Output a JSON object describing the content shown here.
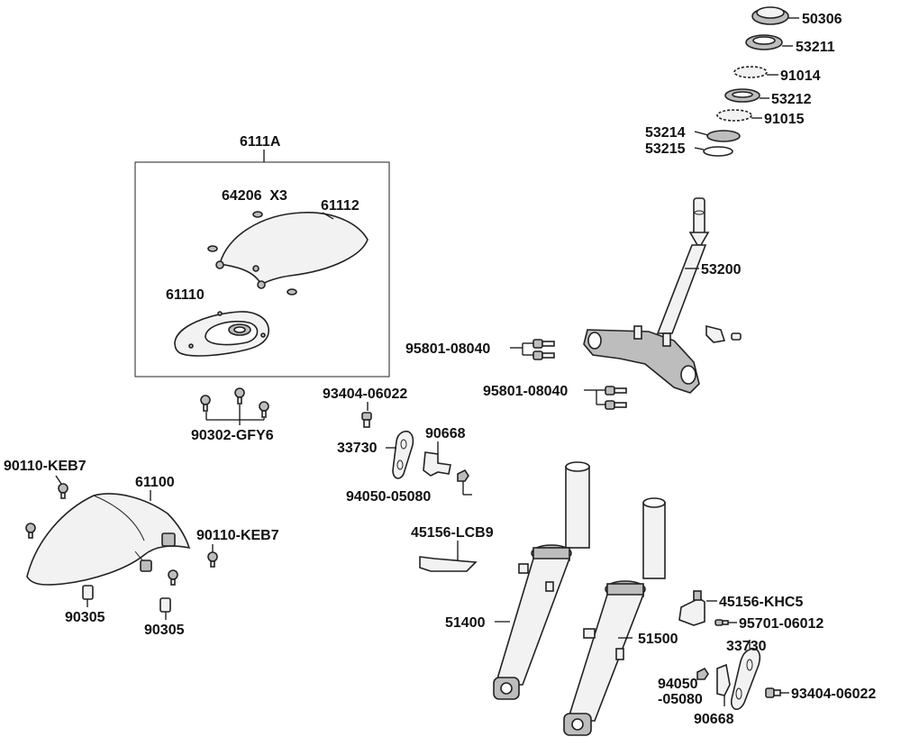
{
  "diagram": {
    "labels": {
      "p50306": "50306",
      "p53211": "53211",
      "p91014": "91014",
      "p53212": "53212",
      "p91015": "91015",
      "p53214": "53214",
      "p53215": "53215",
      "p53200": "53200",
      "p6111A": "6111A",
      "p64206": "64206  X3",
      "p61112": "61112",
      "p61110": "61110",
      "p95801a": "95801-08040",
      "p95801b": "95801-08040",
      "p93404a": "93404-06022",
      "p90302": "90302-GFY6",
      "p33730a": "33730",
      "p90668a": "90668",
      "p94050a": "94050-05080",
      "p90110a": "90110-KEB7",
      "p61100": "61100",
      "p90110b": "90110-KEB7",
      "p90305a": "90305",
      "p90305b": "90305",
      "p45156lcb9": "45156-LCB9",
      "p45156khc5": "45156-KHC5",
      "p95701": "95701-06012",
      "p51400": "51400",
      "p51500": "51500",
      "p33730b": "33730",
      "p94050b1": "94050",
      "p94050b2": "-05080",
      "p93404b": "93404-06022",
      "p90668b": "90668"
    }
  }
}
